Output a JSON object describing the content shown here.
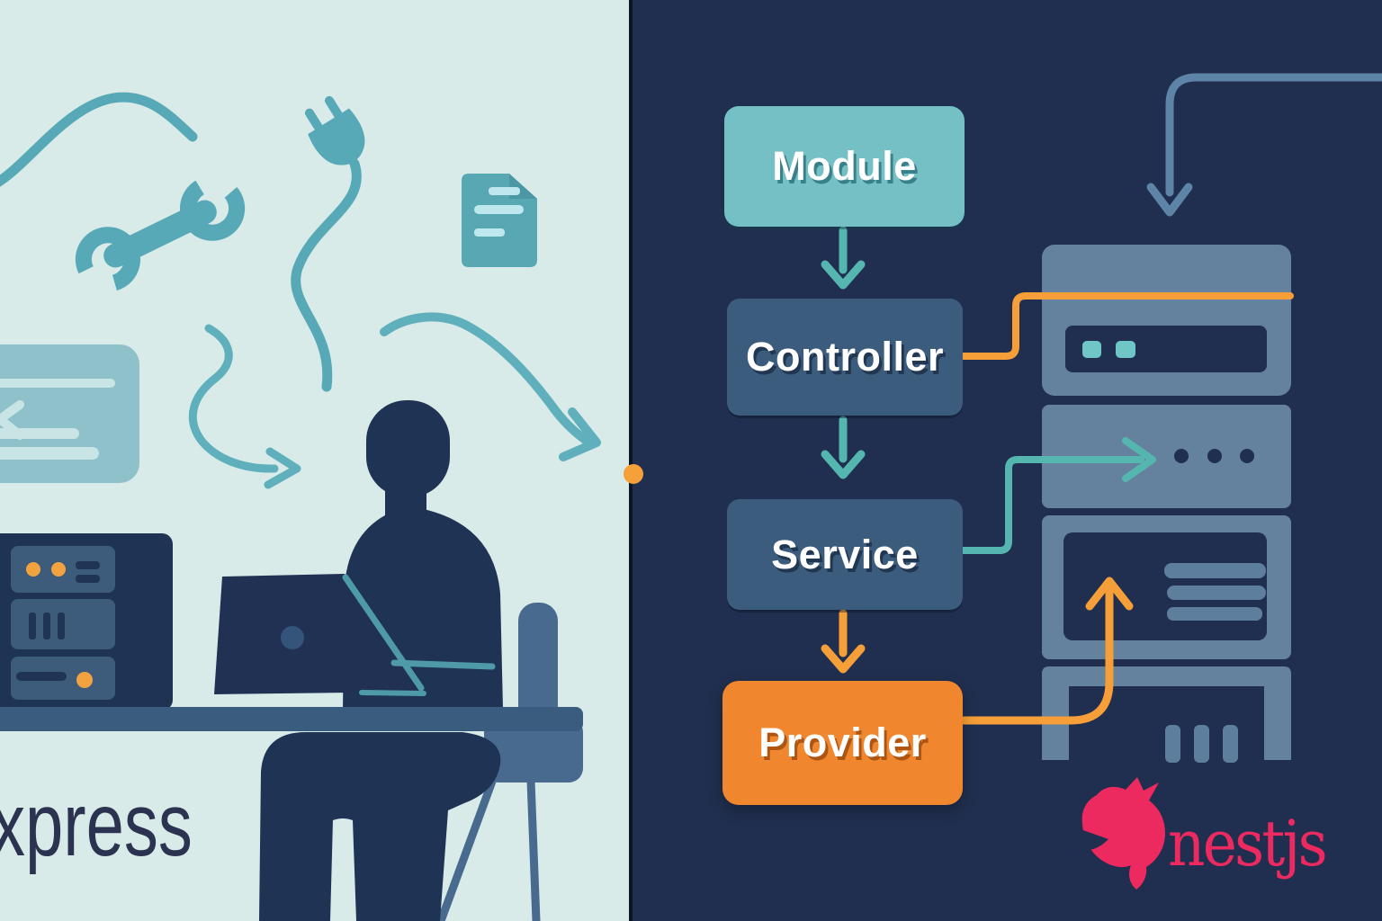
{
  "title": "Express vs NestJS architecture comparison illustration",
  "left_panel": {
    "background_color": "#d9ebe8",
    "brand_text": "xpress",
    "brand_text_color": "#2b3350",
    "accent_teal": "#58a9b7",
    "icons": [
      "wavy-line-icon",
      "wrench-icon",
      "power-plug-icon",
      "document-icon",
      "code-panel-icon",
      "squiggle-arrow-icon",
      "curved-arrow-icon",
      "server-tower-icon",
      "laptop-icon",
      "person-silhouette",
      "desk",
      "chair"
    ],
    "server_tower": {
      "led_color": "#f2a340"
    }
  },
  "right_panel": {
    "background_color": "#202f4f",
    "flow_boxes": [
      {
        "label": "Module",
        "fill": "#74c0c5"
      },
      {
        "label": "Controller",
        "fill": "#3b5c7d"
      },
      {
        "label": "Service",
        "fill": "#3b5c7d"
      },
      {
        "label": "Provider",
        "fill": "#f0872f"
      }
    ],
    "connector_colors": {
      "teal": "#54b6ae",
      "orange": "#f69f38",
      "slate": "#5d83a6"
    },
    "server_rack": {
      "fill": "#64829e",
      "panel_fill": "#202f4f",
      "chip_color": "#70c5c7"
    },
    "brand": {
      "wordmark": "nestjs",
      "color": "#ec2a60"
    }
  },
  "divider": {
    "line_color": "#0c1524",
    "dot_color": "#f6a03a"
  }
}
